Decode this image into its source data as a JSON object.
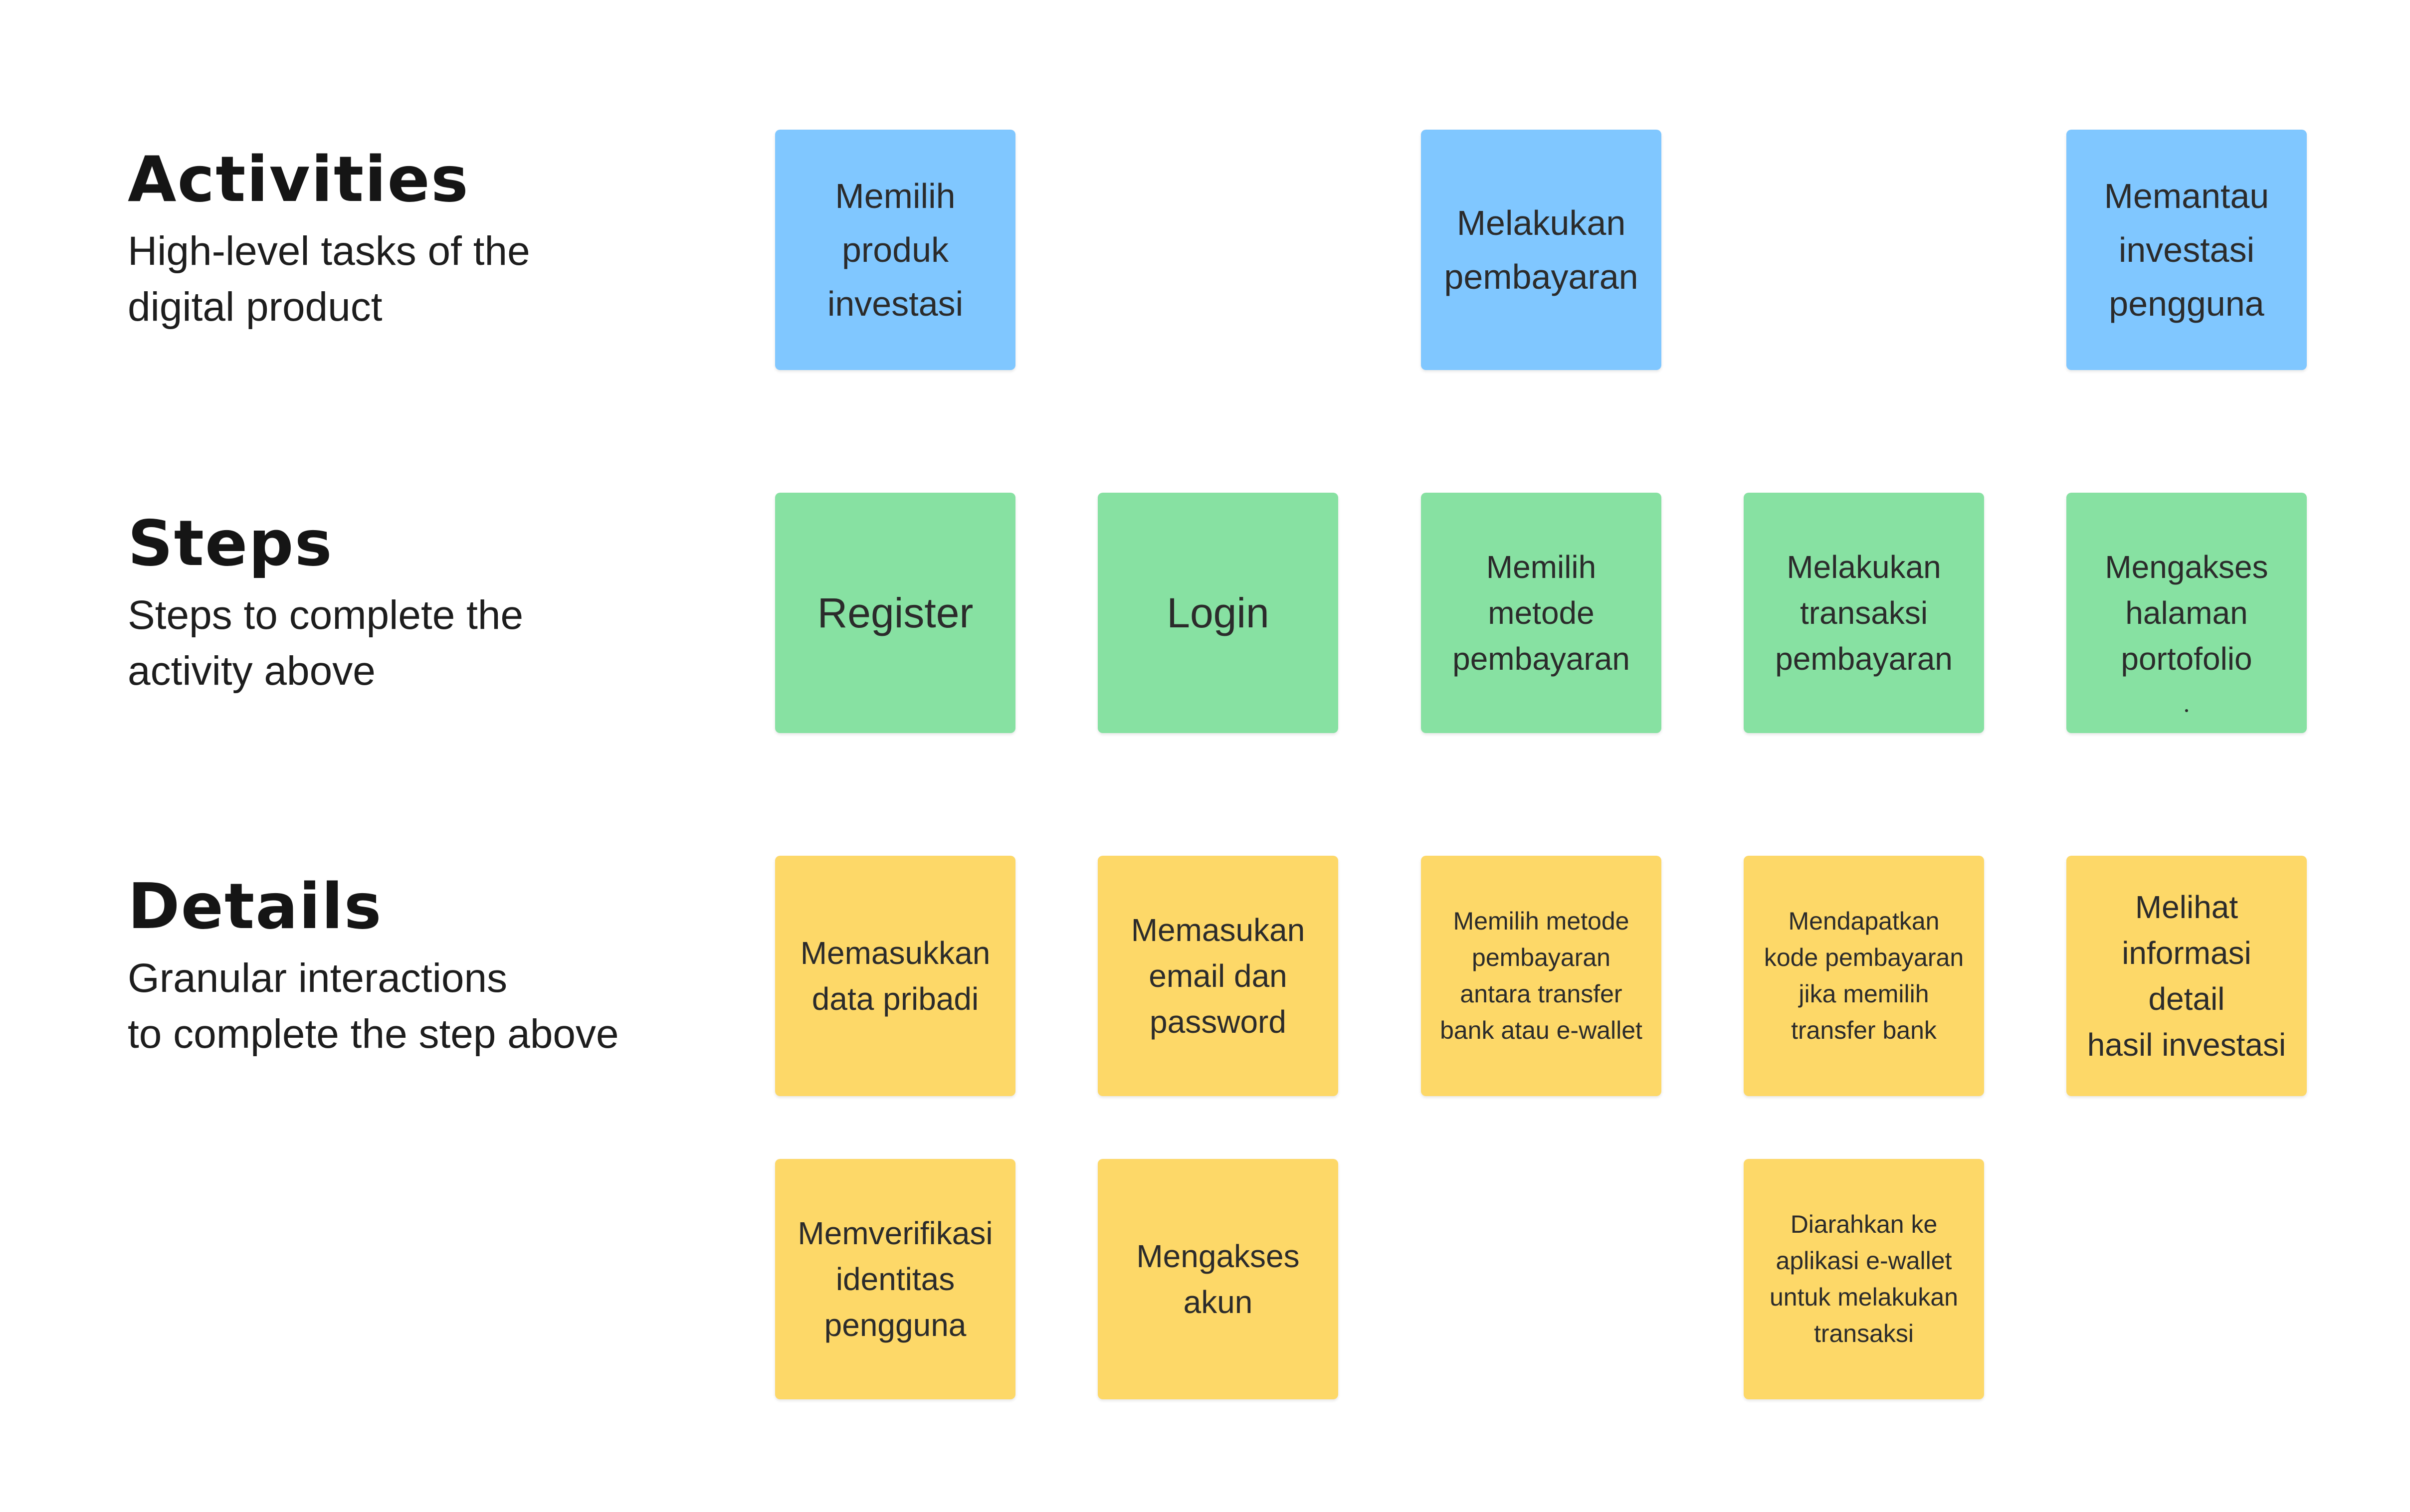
{
  "rows": {
    "activities": {
      "title": "Activities",
      "description": "High-level tasks of the\ndigital product"
    },
    "steps": {
      "title": "Steps",
      "description": "Steps to complete the\nactivity above"
    },
    "details": {
      "title": "Details",
      "description": "Granular interactions\nto complete the step above"
    }
  },
  "activities": [
    "Memilih\nproduk\ninvestasi",
    "Melakukan\npembayaran",
    "Memantau\ninvestasi\npengguna"
  ],
  "steps": [
    "Register",
    "Login",
    "Memilih\nmetode\npembayaran",
    "Melakukan\ntransaksi\npembayaran",
    "Mengakses\nhalaman\nportofolio"
  ],
  "details": [
    "Memasukkan\ndata pribadi",
    "Memasukan\nemail dan\npassword",
    "Memilih metode\npembayaran\nantara transfer\nbank atau e-wallet",
    "Mendapatkan\nkode pembayaran\njika memilih\ntransfer bank",
    "Melihat\ninformasi detail\nhasil investasi",
    "Memverifikasi\nidentitas\npengguna",
    "Mengakses\nakun",
    "Diarahkan ke\naplikasi e-wallet\nuntuk melakukan\ntransaksi"
  ],
  "colors": {
    "activity": "#80c7ff",
    "step": "#87e1a2",
    "detail": "#fdd868"
  }
}
